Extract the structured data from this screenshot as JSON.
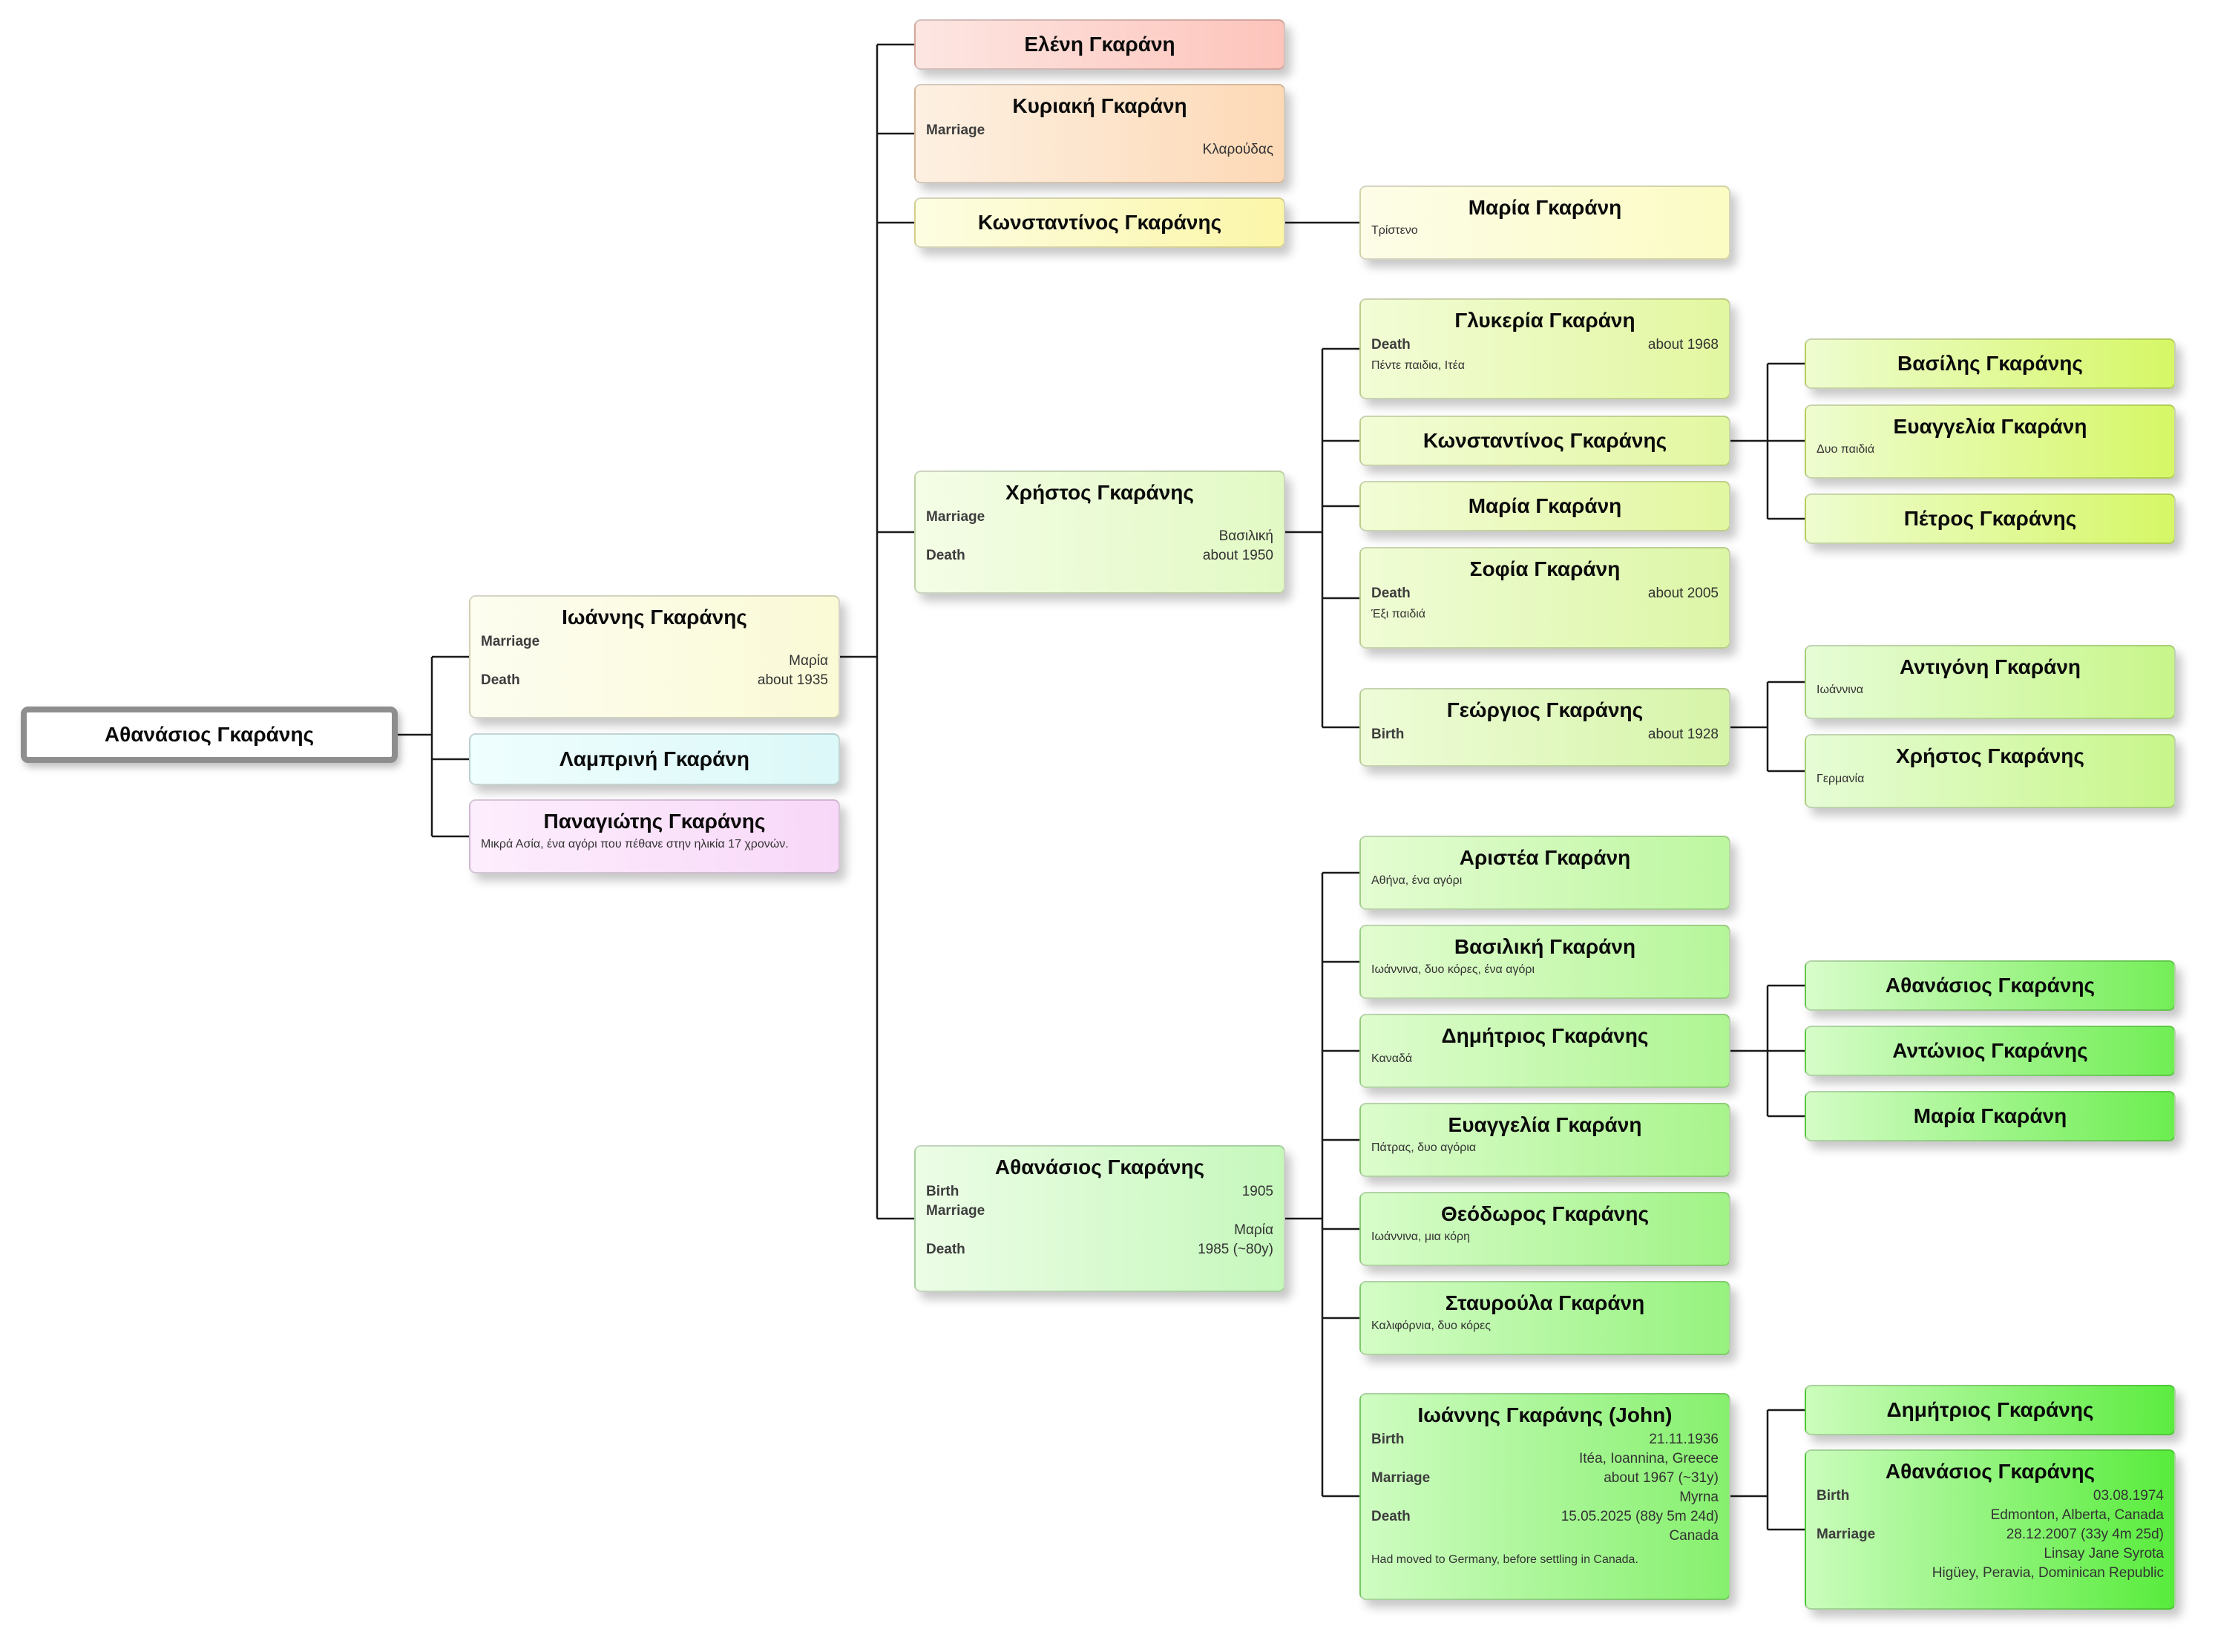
{
  "root": {
    "name": "Αθανάσιος Γκαράνης"
  },
  "ioannis": {
    "name": "Ιωάννης Γκαράνης",
    "marriage_label": "Marriage",
    "spouse": "Μαρία",
    "death_label": "Death",
    "death": "about 1935"
  },
  "lamprini": {
    "name": "Λαμπρινή Γκαράνη"
  },
  "panagiotis": {
    "name": "Παναγιώτης Γκαράνης",
    "note": "Μικρά Ασία, ένα αγόρι που πέθανε στην ηλικία 17 χρονών."
  },
  "eleni": {
    "name": "Ελένη Γκαράνη"
  },
  "kyriaki": {
    "name": "Κυριακή Γκαράνη",
    "marriage_label": "Marriage",
    "spouse": "Κλαρούδας"
  },
  "konstantinos1": {
    "name": "Κωνσταντίνος Γκαράνης"
  },
  "maria_tristeno": {
    "name": "Μαρία Γκαράνη",
    "note": "Τρίστενο"
  },
  "christos": {
    "name": "Χρήστος Γκαράνης",
    "marriage_label": "Marriage",
    "spouse": "Βασιλική",
    "death_label": "Death",
    "death": "about 1950"
  },
  "glykeria": {
    "name": "Γλυκερία Γκαράνη",
    "death_label": "Death",
    "death": "about 1968",
    "note": "Πέντε παιδια, Ιτέα"
  },
  "konstantinos2": {
    "name": "Κωνσταντίνος Γκαράνης"
  },
  "maria2": {
    "name": "Μαρία Γκαράνη"
  },
  "sofia": {
    "name": "Σοφία Γκαράνη",
    "death_label": "Death",
    "death": "about 2005",
    "note": "Έξι παιδιά"
  },
  "georgios": {
    "name": "Γεώργιος Γκαράνης",
    "birth_label": "Birth",
    "birth": "about 1928"
  },
  "vasilis": {
    "name": "Βασίλης Γκαράνης"
  },
  "evangelia1": {
    "name": "Ευαγγελία Γκαράνη",
    "note": "Δυο παιδιά"
  },
  "petros": {
    "name": "Πέτρος Γκαράνης"
  },
  "antigoni": {
    "name": "Αντιγόνη Γκαράνη",
    "note": "Ιωάννινα"
  },
  "christos2": {
    "name": "Χρήστος Γκαράνης",
    "note": "Γερμανία"
  },
  "athanasios": {
    "name": "Αθανάσιος Γκαράνης",
    "birth_label": "Birth",
    "birth": "1905",
    "marriage_label": "Marriage",
    "spouse": "Μαρία",
    "death_label": "Death",
    "death": "1985 (~80y)"
  },
  "aristea": {
    "name": "Αριστέα Γκαράνη",
    "note": "Αθήνα, ένα αγόρι"
  },
  "vasiliki": {
    "name": "Βασιλική Γκαράνη",
    "note": "Ιωάννινα, δυο κόρες, ένα αγόρι"
  },
  "dimitrios": {
    "name": "Δημήτριος Γκαράνης",
    "note": "Καναδά"
  },
  "evangelia2": {
    "name": "Ευαγγελία Γκαράνη",
    "note": "Πάτρας, δυο αγόρια"
  },
  "theodoros": {
    "name": "Θεόδωρος Γκαράνης",
    "note": "Ιωάννινα, μια κόρη"
  },
  "stavroula": {
    "name": "Σταυρούλα Γκαράνη",
    "note": "Καλιφόρνια, δυο κόρες"
  },
  "john": {
    "name": "Ιωάννης Γκαράνης (John)",
    "birth_label": "Birth",
    "birth": "21.11.1936",
    "birth_place": "Itéa, Ioannina, Greece",
    "marriage_label": "Marriage",
    "marriage": "about 1967 (~31y)",
    "spouse": "Myrna",
    "death_label": "Death",
    "death": "15.05.2025 (88y 5m 24d)",
    "death_place": "Canada",
    "note": "Had moved to Germany, before settling in Canada."
  },
  "athanasios3": {
    "name": "Αθανάσιος Γκαράνης"
  },
  "antonios": {
    "name": "Αντώνιος Γκαράνης"
  },
  "maria3": {
    "name": "Μαρία Γκαράνη"
  },
  "dimitrios2": {
    "name": "Δημήτριος Γκαράνης"
  },
  "athanasios4": {
    "name": "Αθανάσιος Γκαράνης",
    "birth_label": "Birth",
    "birth": "03.08.1974",
    "birth_place": "Edmonton, Alberta, Canada",
    "marriage_label": "Marriage",
    "marriage": "28.12.2007 (33y 4m 25d)",
    "spouse": "Linsay Jane Syrota",
    "marriage_place": "Higüey, Peravia, Dominican Republic"
  }
}
